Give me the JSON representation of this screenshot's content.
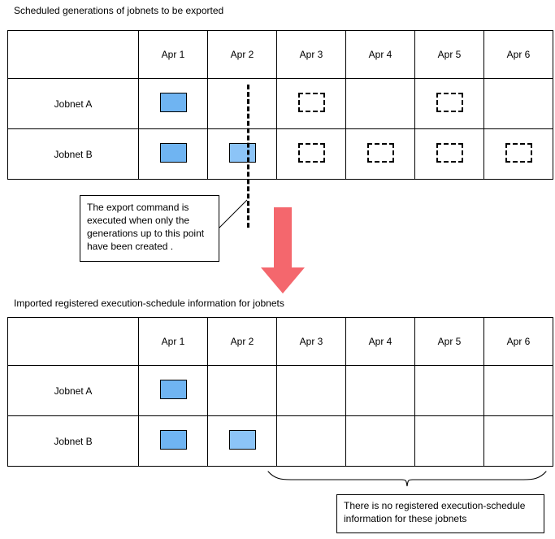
{
  "captions": {
    "top": "Scheduled generations of jobnets to be exported",
    "bottom": "Imported registered execution-schedule information for jobnets"
  },
  "colors": {
    "generation_created_dark": "#6fb4f2",
    "generation_created_light": "#8cc4f7",
    "arrow": "#f4676d",
    "line": "#000000",
    "background": "#ffffff"
  },
  "tables": {
    "top": {
      "corner_label": "",
      "column_headers": [
        "Apr 1",
        "Apr 2",
        "Apr 3",
        "Apr 4",
        "Apr 5",
        "Apr 6"
      ],
      "rows": [
        {
          "label": "Jobnet A",
          "cells": [
            "created-dark",
            "empty",
            "planned",
            "empty",
            "planned",
            "empty"
          ]
        },
        {
          "label": "Jobnet B",
          "cells": [
            "created-dark",
            "created-light",
            "planned",
            "planned",
            "planned",
            "planned"
          ]
        }
      ]
    },
    "bottom": {
      "corner_label": "",
      "column_headers": [
        "Apr 1",
        "Apr 2",
        "Apr 3",
        "Apr 4",
        "Apr 5",
        "Apr 6"
      ],
      "rows": [
        {
          "label": "Jobnet A",
          "cells": [
            "created-dark",
            "empty",
            "empty",
            "empty",
            "empty",
            "empty"
          ]
        },
        {
          "label": "Jobnet B",
          "cells": [
            "created-dark",
            "created-light",
            "empty",
            "empty",
            "empty",
            "empty"
          ]
        }
      ]
    }
  },
  "annotations": {
    "export_callout": "The export command is executed when only the generations up to this point have been created .",
    "no_info_callout": "There is no registered execution-schedule information for these jobnets",
    "cutoff_marker": "export cut-off boundary after Apr 2",
    "brace_span": "Apr 3 through Apr 6",
    "flow_arrow": "downward import flow"
  }
}
